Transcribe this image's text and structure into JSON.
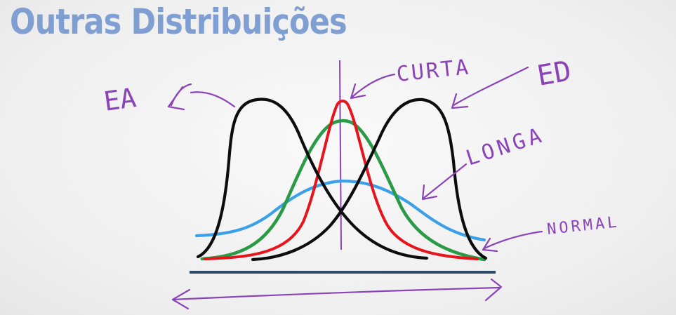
{
  "slide": {
    "title": "Outras Distribuições"
  },
  "annotations": {
    "top_left": "EA",
    "top_center": "CURTA",
    "top_right": "ED",
    "middle_right": "LONGA",
    "bottom_right": "NORMAL"
  },
  "colors": {
    "title": "#7f9fd2",
    "ink": "#8a44b8",
    "black_curves": "#0d0d0d",
    "red_curve": "#e8141c",
    "green_curve": "#2a9a46",
    "blue_curve": "#3aa0e8",
    "baseline": "#2f4a66"
  }
}
